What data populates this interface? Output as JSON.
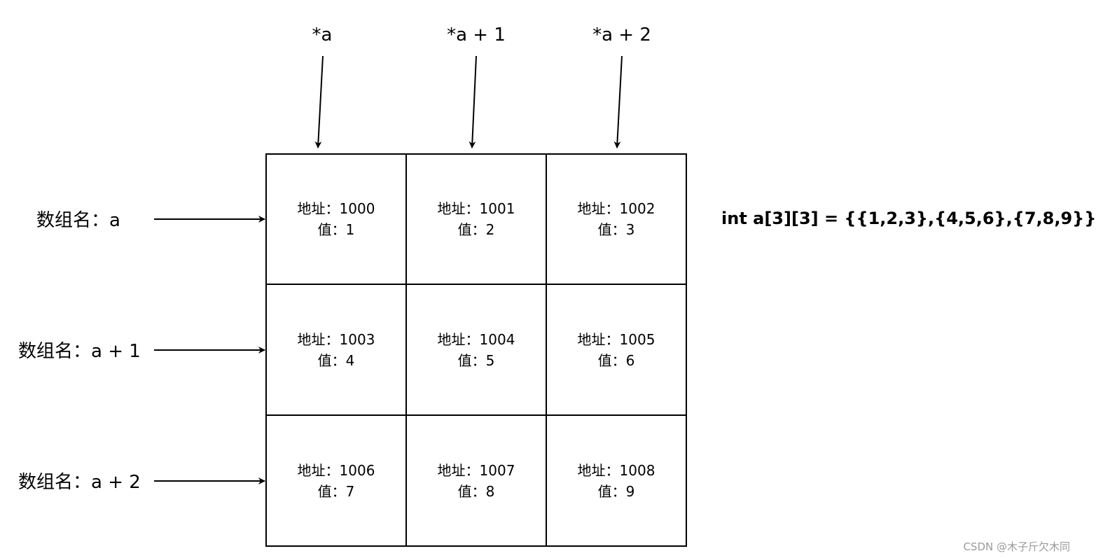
{
  "column_pointers": [
    "*a",
    "*a + 1",
    "*a + 2"
  ],
  "row_pointers": [
    "数组名：a",
    "数组名：a + 1",
    "数组名：a + 2"
  ],
  "cells": [
    [
      {
        "address_label": "地址：",
        "address": "1000",
        "value_label": "值：",
        "value": "1"
      },
      {
        "address_label": "地址：",
        "address": "1001",
        "value_label": "值：",
        "value": "2"
      },
      {
        "address_label": "地址：",
        "address": "1002",
        "value_label": "值：",
        "value": "3"
      }
    ],
    [
      {
        "address_label": "地址：",
        "address": "1003",
        "value_label": "值：",
        "value": "4"
      },
      {
        "address_label": "地址：",
        "address": "1004",
        "value_label": "值：",
        "value": "5"
      },
      {
        "address_label": "地址：",
        "address": "1005",
        "value_label": "值：",
        "value": "6"
      }
    ],
    [
      {
        "address_label": "地址：",
        "address": "1006",
        "value_label": "值：",
        "value": "7"
      },
      {
        "address_label": "地址：",
        "address": "1007",
        "value_label": "值：",
        "value": "8"
      },
      {
        "address_label": "地址：",
        "address": "1008",
        "value_label": "值：",
        "value": "9"
      }
    ]
  ],
  "declaration": "int a[3][3] = {{1,2,3},{4,5,6},{7,8,9}}",
  "watermark": "CSDN @木子斤欠木同",
  "colors": {
    "stroke": "#000000",
    "text": "#000000",
    "watermark": "#9a9a9a",
    "background": "#ffffff"
  }
}
